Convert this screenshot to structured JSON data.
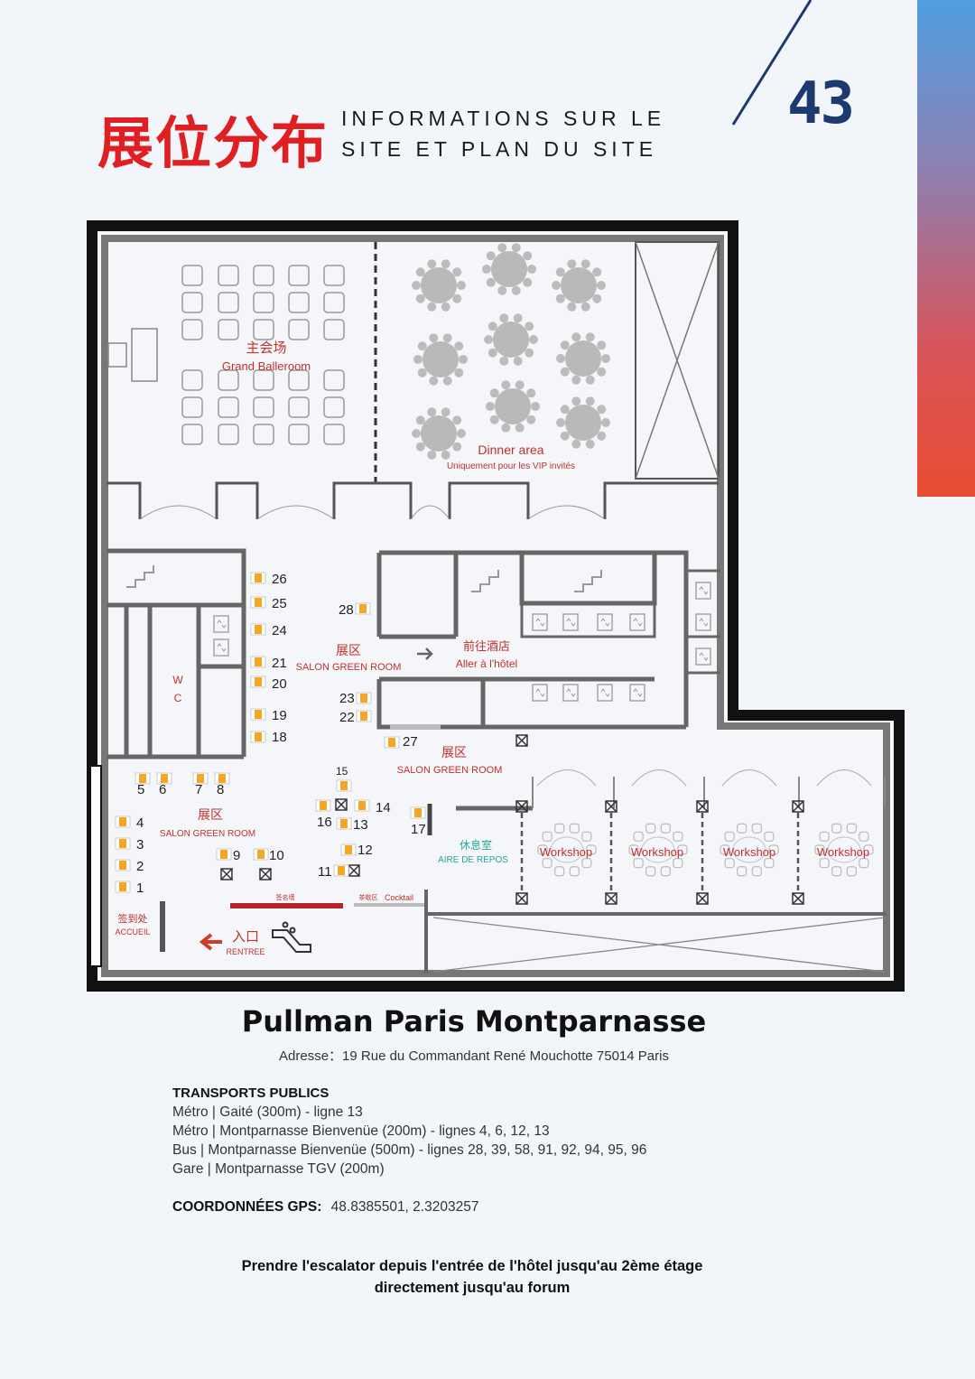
{
  "header": {
    "title_cn": "展位分布",
    "title_fr_line1": "INFORMATIONS SUR LE",
    "title_fr_line2": "SITE ET PLAN DU SITE",
    "page_number": "43"
  },
  "colors": {
    "accent_red": "#e01f22",
    "navy": "#1d3a6e",
    "booth_orange": "#f5a623",
    "teal": "#2aa89a"
  },
  "map": {
    "grand_ballroom_cn": "主会场",
    "grand_ballroom_fr": "Grand Balleroom",
    "dinner_area": "Dinner area",
    "dinner_note": "Uniquement pour les VIP invités",
    "expo_cn": "展区",
    "salon_green_room": "SALON GREEN ROOM",
    "hotel_cn": "前往酒店",
    "hotel_fr": "Aller à l'hôtel",
    "wc_w": "W",
    "wc_c": "C",
    "rest_cn": "休息室",
    "rest_fr": "AIRE DE REPOS",
    "workshop": "Workshop",
    "signin_cn": "签到处",
    "signin_fr": "ACCUEIL",
    "entrance_cn": "入口",
    "entrance_fr": "RENTREE",
    "signwall": "签名墙",
    "cocktail_cn": "茶歇区",
    "cocktail_fr": "Cocktail",
    "booths": [
      "1",
      "2",
      "3",
      "4",
      "5",
      "6",
      "7",
      "8",
      "9",
      "10",
      "11",
      "12",
      "13",
      "14",
      "15",
      "16",
      "17",
      "18",
      "19",
      "20",
      "21",
      "22",
      "23",
      "24",
      "25",
      "26",
      "27",
      "28"
    ]
  },
  "venue": {
    "name": "Pullman Paris Montparnasse",
    "address": "Adresse：19 Rue du Commandant René Mouchotte 75014 Paris"
  },
  "transport": {
    "heading": "TRANSPORTS PUBLICS",
    "lines": [
      "Métro | Gaité (300m) - ligne 13",
      "Métro | Montparnasse Bienvenüe (200m) - lignes 4, 6, 12, 13",
      "Bus | Montparnasse Bienvenüe (500m) - lignes 28, 39, 58, 91, 92, 94, 95, 96",
      "Gare | Montparnasse TGV (200m)"
    ]
  },
  "gps": {
    "label": "COORDONNÉES GPS:",
    "value": "48.8385501, 2.3203257"
  },
  "footer": {
    "line1": "Prendre l'escalator depuis l'entrée de l'hôtel jusqu'au 2ème étage",
    "line2": "directement jusqu'au forum"
  }
}
